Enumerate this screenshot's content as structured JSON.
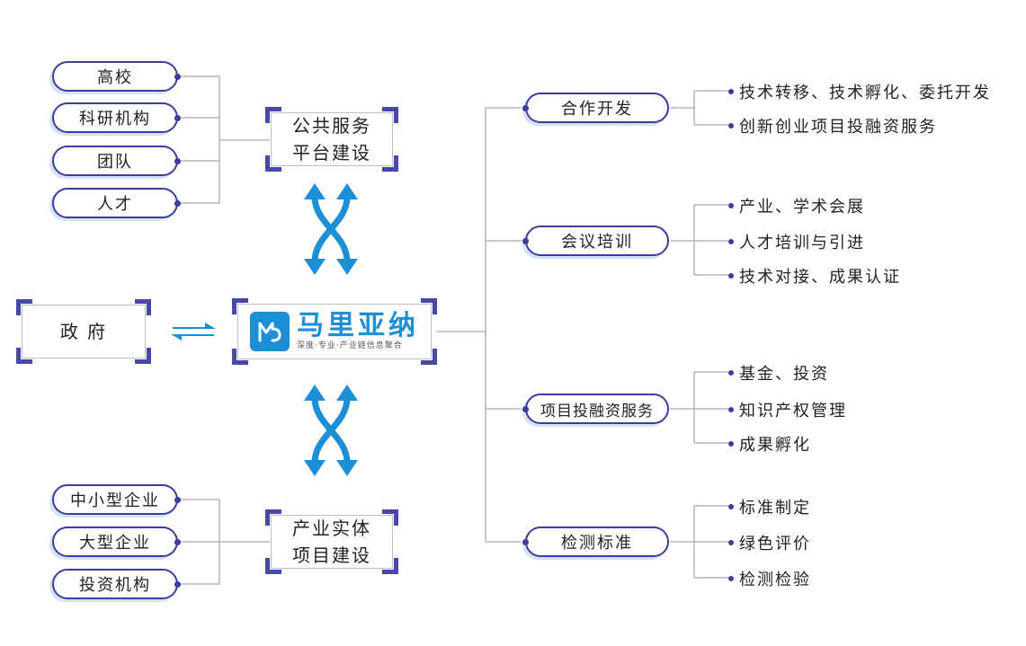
{
  "left_top_items": [
    "高校",
    "科研机构",
    "团队",
    "人才"
  ],
  "left_bottom_items": [
    "中小型企业",
    "大型企业",
    "投资机构"
  ],
  "platform_box": {
    "line1": "公共服务",
    "line2": "平台建设"
  },
  "industry_box": {
    "line1": "产业实体",
    "line2": "项目建设"
  },
  "government_box": {
    "label": "政 府"
  },
  "center_logo": {
    "name": "马里亚纳",
    "tagline": "深度·专业·产业链信息聚合"
  },
  "branches": [
    {
      "label": "合作开发",
      "items": [
        "技术转移、技术孵化、委托开发",
        "创新创业项目投融资服务"
      ]
    },
    {
      "label": "会议培训",
      "items": [
        "产业、学术会展",
        "人才培训与引进",
        "技术对接、成果认证"
      ]
    },
    {
      "label": "项目投融资服务",
      "items": [
        "基金、投资",
        "知识产权管理",
        "成果孵化"
      ]
    },
    {
      "label": "检测标准",
      "items": [
        "标准制定",
        "绿色评价",
        "检测检验"
      ]
    }
  ],
  "colors": {
    "accent_blue": "#1d8fd6",
    "navy": "#3a3d9c",
    "connector_gray": "#a9a9a9",
    "pill_shadow": "#d4e2f7"
  },
  "icons": {
    "logo": "mariana-m-logo-icon",
    "exchange": "bidirectional-exchange-arrow-icon",
    "twisted": "twisted-double-arrow-icon"
  }
}
